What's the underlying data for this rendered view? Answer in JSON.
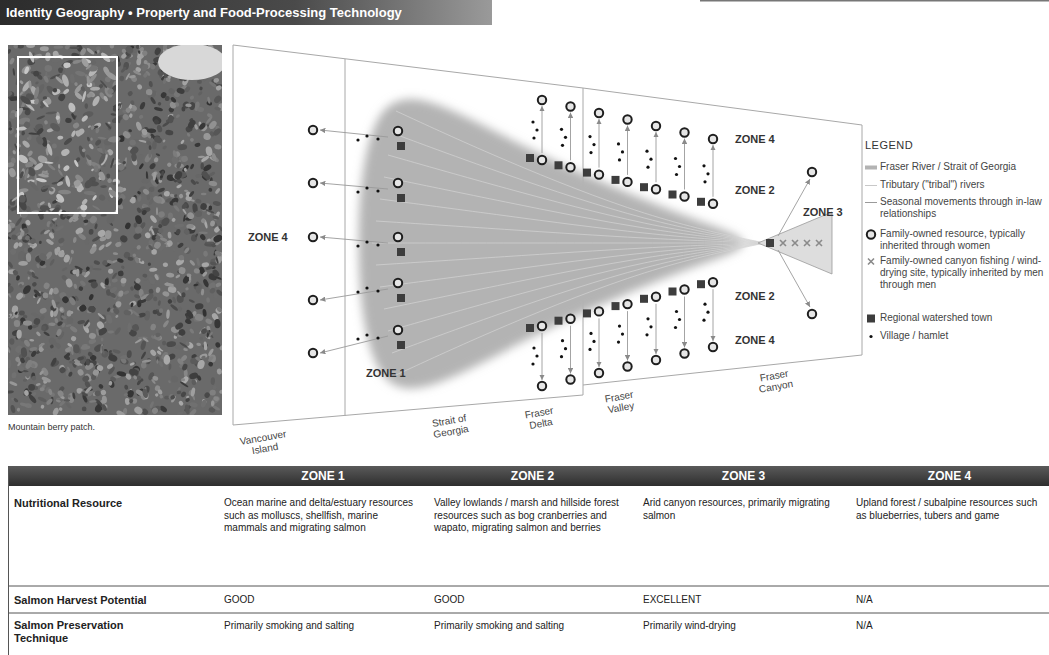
{
  "diagram": {
    "title": "Identity Geography • Property and Food-Processing Technology",
    "caption": "Mountain berry patch.",
    "labels": [
      "ZONE 4",
      "ZONE 2",
      "ZONE 3",
      "ZONE 4",
      "ZONE 2",
      "ZONE 4",
      "ZONE 1",
      "Fraser Canyon",
      "Fraser Valley",
      "Fraser Delta",
      "Strait of Georgia",
      "Vancouver Island",
      "LEGEND",
      "ZONE 1",
      "ZONE 2",
      "ZONE 3",
      "ZONE 4",
      "Nutritional Resource",
      "Ocean marine and delta/estuary resources such as molluscs, shellfish, marine mammals and migrating salmon",
      "Valley lowlands / marsh and hillside forest resources such as bog cranberries and wapato, migrating salmon and berries",
      "Arid canyon resources, primarily migrating salmon",
      "Upland forest / subalpine resources such as blueberries, tubers and game",
      "Salmon Harvest Potential",
      "GOOD",
      "GOOD",
      "EXCELLENT",
      "N/A",
      "Salmon Preservation Technique",
      "Primarily smoking and salting",
      "Primarily smoking and salting",
      "Primarily wind-drying",
      "N/A"
    ],
    "legend": [
      {
        "text": "Fraser River / Strait of Georgia"
      },
      {
        "text": "Tributary (\"tribal\") rivers"
      },
      {
        "text": "Seasonal movements through in-law relationships"
      },
      {
        "text": "Family-owned resource, typically inherited through women"
      },
      {
        "text": "Family-owned canyon fishing / wind-drying site, typically inherited by men through men"
      },
      {
        "text": "Regional watershed town"
      },
      {
        "text": "Village / hamlet"
      }
    ]
  }
}
